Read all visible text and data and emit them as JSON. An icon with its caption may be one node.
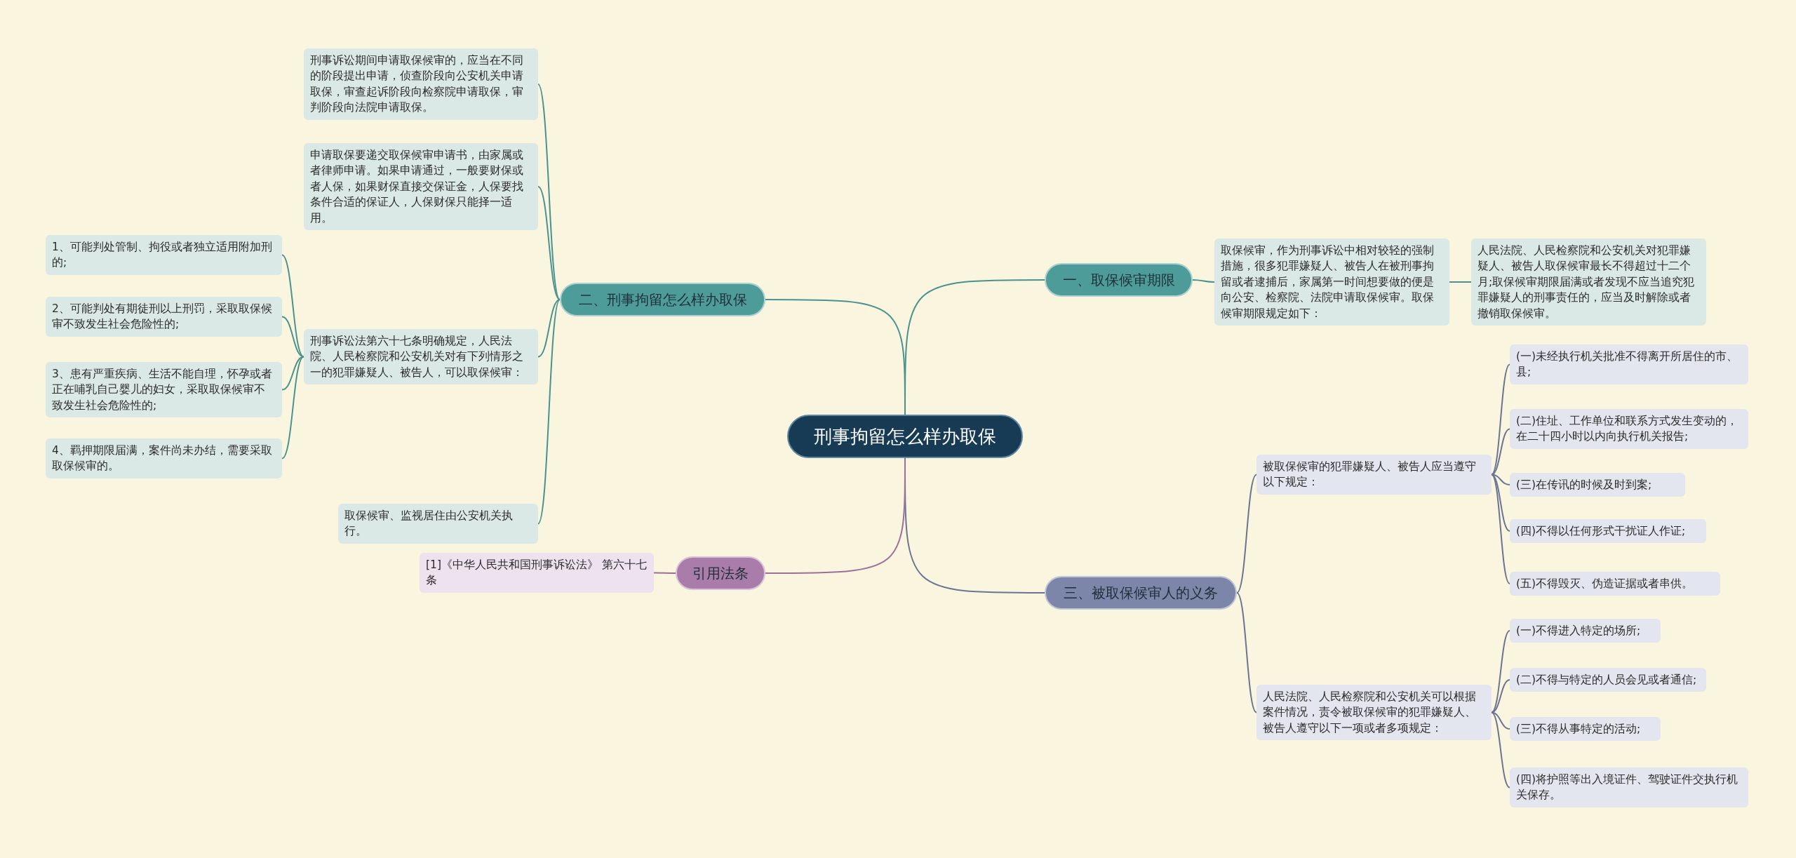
{
  "diagram": {
    "nodes": [
      {
        "text": [
          "刑事拘留怎么样办取保"
        ]
      },
      {
        "text": [
          "一、取保候审期限"
        ]
      },
      {
        "text": [
          "取保候审，作为刑事诉讼中相对较轻的强制措施，很多犯罪嫌疑人、被告人在被刑事拘留或者逮捕后，家属第一时间想要做的便是向公安、检察院、法院申请取保候审。取保候审期限规定如下："
        ]
      },
      {
        "text": [
          "人民法院、人民检察院和公安机关对犯罪嫌疑人、被告人取保候审最长不得超过十二个月;取保候审期限届满或者发现不应当追究犯罪嫌疑人的刑事责任的，应当及时解除或者撤销取保候审。"
        ]
      },
      {
        "text": [
          "三、被取保候审人的义务"
        ]
      },
      {
        "text": [
          "被取保候审的犯罪嫌疑人、被告人应当遵守以下规定："
        ]
      },
      {
        "text": [
          "(一)未经执行机关批准不得离开所居住的市、县;"
        ]
      },
      {
        "text": [
          "(二)住址、工作单位和联系方式发生变动的，在二十四小时以内向执行机关报告;"
        ]
      },
      {
        "text": [
          "(三)在传讯的时候及时到案;"
        ]
      },
      {
        "text": [
          "(四)不得以任何形式干扰证人作证;"
        ]
      },
      {
        "text": [
          "(五)不得毁灭、伪造证据或者串供。"
        ]
      },
      {
        "text": [
          "人民法院、人民检察院和公安机关可以根据案件情况，责令被取保候审的犯罪嫌疑人、被告人遵守以下一项或者多项规定："
        ]
      },
      {
        "text": [
          "(一)不得进入特定的场所;"
        ]
      },
      {
        "text": [
          "(二)不得与特定的人员会见或者通信;"
        ]
      },
      {
        "text": [
          "(三)不得从事特定的活动;"
        ]
      },
      {
        "text": [
          "(四)将护照等出入境证件、驾驶证件交执行机关保存。"
        ]
      },
      {
        "text": [
          "二、刑事拘留怎么样办取保"
        ]
      },
      {
        "text": [
          "刑事诉讼期间申请取保候审的，应当在不同的阶段提出申请，侦查阶段向公安机关申请取保，审查起诉阶段向检察院申请取保，审判阶段向法院申请取保。"
        ]
      },
      {
        "text": [
          "申请取保要递交取保候审申请书，由家属或者律师申请。如果申请通过，一般要财保或者人保，如果财保直接交保证金，人保要找条件合适的保证人，人保财保只能择一适用。"
        ]
      },
      {
        "text": [
          "刑事诉讼法第六十七条明确规定，人民法院、人民检察院和公安机关对有下列情形之一的犯罪嫌疑人、被告人，可以取保候审："
        ]
      },
      {
        "text": [
          "1、可能判处管制、拘役或者独立适用附加刑的;"
        ]
      },
      {
        "text": [
          "2、可能判处有期徒刑以上刑罚，采取取保候审不致发生社会危险性的;"
        ]
      },
      {
        "text": [
          "3、患有严重疾病、生活不能自理，怀孕或者正在哺乳自己婴儿的妇女，采取取保候审不致发生社会危险性的;"
        ]
      },
      {
        "text": [
          "4、羁押期限届满，案件尚未办结，需要采取取保候审的。"
        ]
      },
      {
        "text": [
          "取保候审、监视居住由公安机关执行。"
        ]
      },
      {
        "text": [
          "引用法条"
        ]
      },
      {
        "text": [
          "[1]《中华人民共和国刑事诉讼法》 第六十七条"
        ]
      }
    ],
    "edges": [
      {
        "from": 0,
        "to": 1,
        "arrow": "none",
        "color": "#4a9290"
      },
      {
        "from": 1,
        "to": 2,
        "arrow": "none",
        "color": "#4a9290"
      },
      {
        "from": 2,
        "to": 3,
        "arrow": "none",
        "color": "#4a9290"
      },
      {
        "from": 0,
        "to": 4,
        "arrow": "none"
      },
      {
        "from": 4,
        "to": 5,
        "arrow": "none"
      },
      {
        "from": 5,
        "to": 6,
        "arrow": "none"
      },
      {
        "from": 5,
        "to": 7,
        "arrow": "none"
      },
      {
        "from": 5,
        "to": 8,
        "arrow": "none"
      },
      {
        "from": 5,
        "to": 9,
        "arrow": "none"
      },
      {
        "from": 5,
        "to": 10,
        "arrow": "none"
      },
      {
        "from": 4,
        "to": 11,
        "arrow": "none"
      },
      {
        "from": 11,
        "to": 12,
        "arrow": "none"
      },
      {
        "from": 11,
        "to": 13,
        "arrow": "none"
      },
      {
        "from": 11,
        "to": 14,
        "arrow": "none"
      },
      {
        "from": 11,
        "to": 15,
        "arrow": "none"
      },
      {
        "from": 0,
        "to": 16,
        "arrow": "none",
        "color": "#4a9290"
      },
      {
        "from": 16,
        "to": 17,
        "arrow": "none",
        "color": "#4a9290"
      },
      {
        "from": 16,
        "to": 18,
        "arrow": "none",
        "color": "#4a9290"
      },
      {
        "from": 16,
        "to": 19,
        "arrow": "none",
        "color": "#4a9290"
      },
      {
        "from": 19,
        "to": 20,
        "arrow": "none",
        "color": "#4a9290"
      },
      {
        "from": 19,
        "to": 21,
        "arrow": "none",
        "color": "#4a9290"
      },
      {
        "from": 19,
        "to": 22,
        "arrow": "none",
        "color": "#4a9290"
      },
      {
        "from": 19,
        "to": 23,
        "arrow": "none",
        "color": "#4a9290"
      },
      {
        "from": 16,
        "to": 24,
        "arrow": "none",
        "color": "#4a9290"
      },
      {
        "from": 0,
        "to": 25,
        "arrow": "none",
        "color": "#9c709c"
      },
      {
        "from": 25,
        "to": 26,
        "arrow": "none",
        "color": "#9c709c"
      }
    ]
  }
}
